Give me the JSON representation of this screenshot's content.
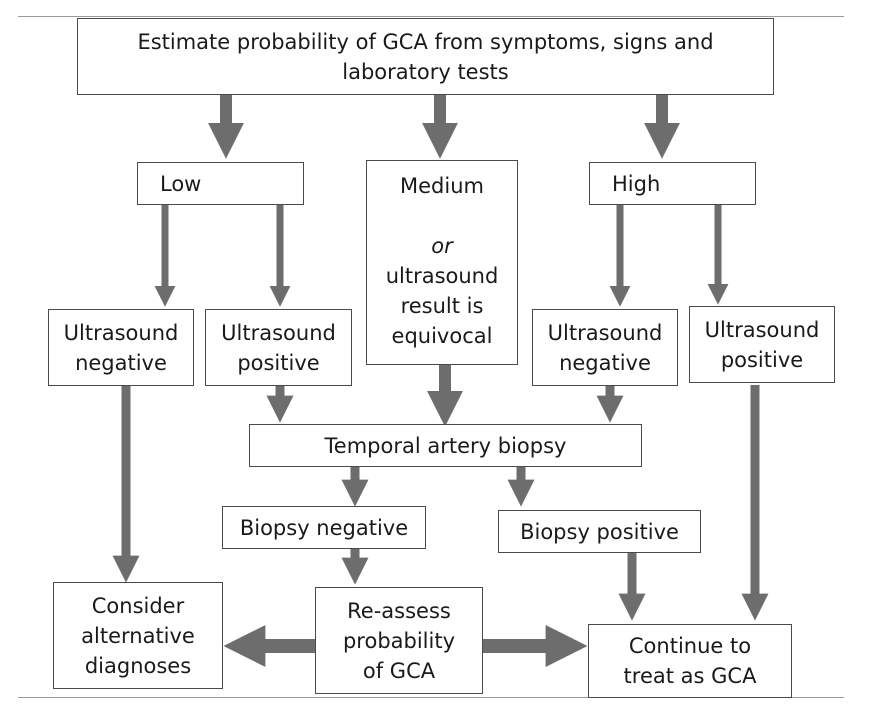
{
  "colors": {
    "arrow": "#6d6d6d",
    "box_border": "#4a4a4a",
    "text": "#1a1a1a"
  },
  "top": {
    "line1": "Estimate probability of GCA from symptoms, signs and",
    "line2": "laboratory tests"
  },
  "low": {
    "label": "Low"
  },
  "medium": {
    "line1": "Medium",
    "line2": "or",
    "line3": "ultrasound",
    "line4": "result is",
    "line5": "equivocal"
  },
  "high": {
    "label": "High"
  },
  "low_us_negative": {
    "line1": "Ultrasound",
    "line2": "negative"
  },
  "low_us_positive": {
    "line1": "Ultrasound",
    "line2": "positive"
  },
  "high_us_negative": {
    "line1": "Ultrasound",
    "line2": "negative"
  },
  "high_us_positive": {
    "line1": "Ultrasound",
    "line2": "positive"
  },
  "biopsy": {
    "label": "Temporal artery biopsy"
  },
  "biopsy_negative": {
    "label": "Biopsy negative"
  },
  "biopsy_positive": {
    "label": "Biopsy positive"
  },
  "alternative": {
    "line1": "Consider",
    "line2": "alternative",
    "line3": "diagnoses"
  },
  "reassess": {
    "line1": "Re-assess",
    "line2": "probability",
    "line3": "of GCA"
  },
  "continue": {
    "line1": "Continue to",
    "line2": "treat as GCA"
  }
}
